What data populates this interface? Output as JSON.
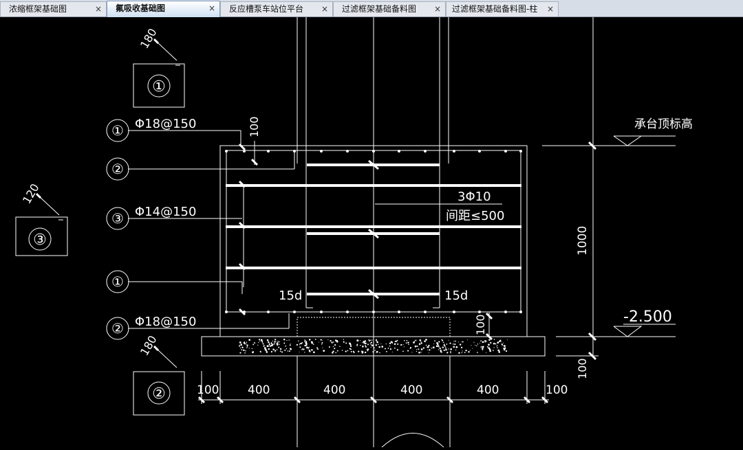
{
  "tabs": [
    {
      "label": "浓缩框架基础图",
      "close": "×"
    },
    {
      "label": "氟吸收基础图",
      "close": "×"
    },
    {
      "label": "反应槽泵车站位平台",
      "close": "×"
    },
    {
      "label": "过滤框架基础备料图",
      "close": "×"
    },
    {
      "label": "过滤框架基础备料图-柱",
      "close": "×"
    }
  ],
  "drawing": {
    "detail_1": {
      "marker": "①",
      "dim": "180"
    },
    "detail_2": {
      "marker": "②",
      "dim": "180"
    },
    "detail_3": {
      "marker": "③",
      "dim": "120"
    },
    "callouts": {
      "c1_top": {
        "marker": "①",
        "text": "Φ18@150"
      },
      "c2_top": {
        "marker": "②",
        "text": ""
      },
      "c3": {
        "marker": "③",
        "text": "Φ14@150"
      },
      "c1_bottom": {
        "marker": "①",
        "text": ""
      },
      "c2_bottom": {
        "marker": "②",
        "text": "Φ18@150"
      }
    },
    "top_cover_dim": "100",
    "anchor_left": "15d",
    "anchor_right": "15d",
    "mid_rebar_count": "3Φ10",
    "mid_rebar_spacing": "间距≤500",
    "bottom_cover_dim": "100",
    "cap_top_label": "承台顶标高",
    "height_dim": "1000",
    "bottom_elevation": "-2.500",
    "pad_dim": "100",
    "horizontal_dims": [
      "100",
      "400",
      "400",
      "400",
      "400",
      "100"
    ]
  }
}
